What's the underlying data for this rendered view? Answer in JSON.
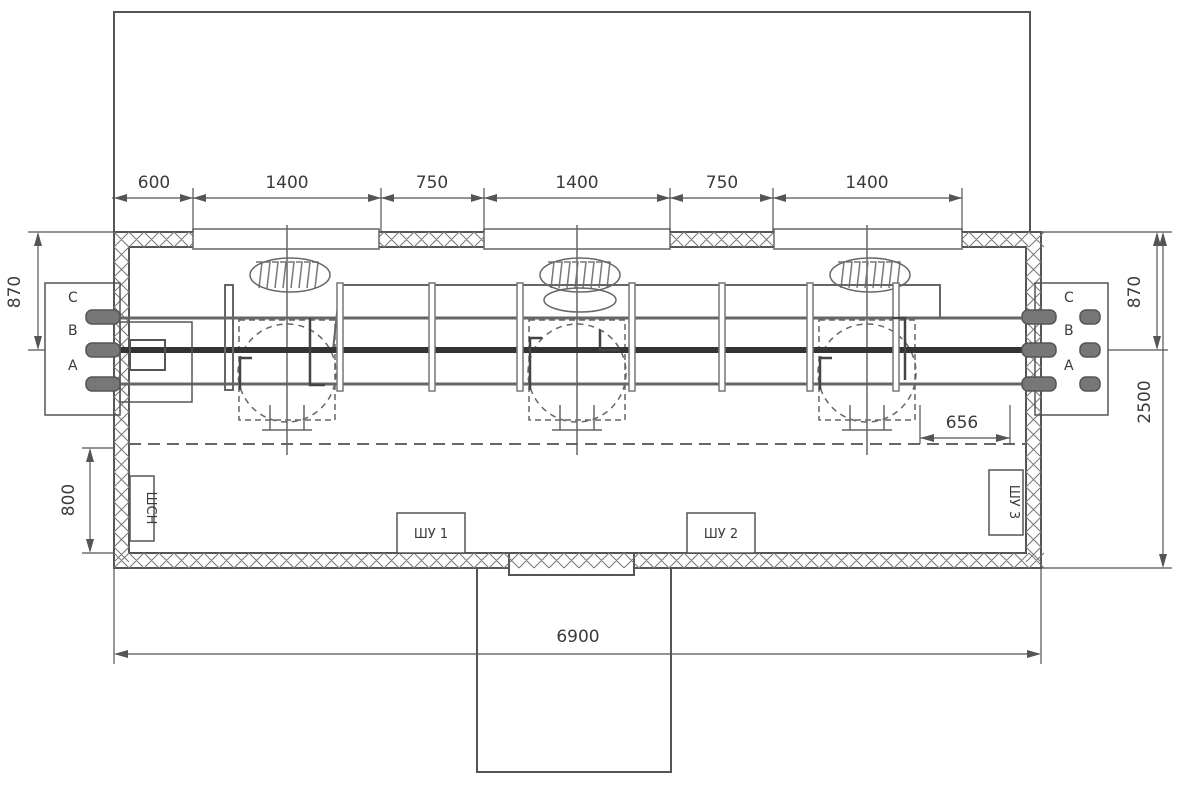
{
  "dimensions": {
    "top": [
      "600",
      "1400",
      "750",
      "1400",
      "750",
      "1400"
    ],
    "left_top": "870",
    "left_bottom": "800",
    "right_top": "870",
    "right_full": "2500",
    "inner": "656",
    "bottom": "6900"
  },
  "cabinets": {
    "shu1": "ШУ 1",
    "shu2": "ШУ 2",
    "shu3": "ШУ 3",
    "shsn": "ШСН"
  },
  "phases": {
    "left": [
      "C",
      "B",
      "A"
    ],
    "right": [
      "C",
      "B",
      "A"
    ]
  }
}
